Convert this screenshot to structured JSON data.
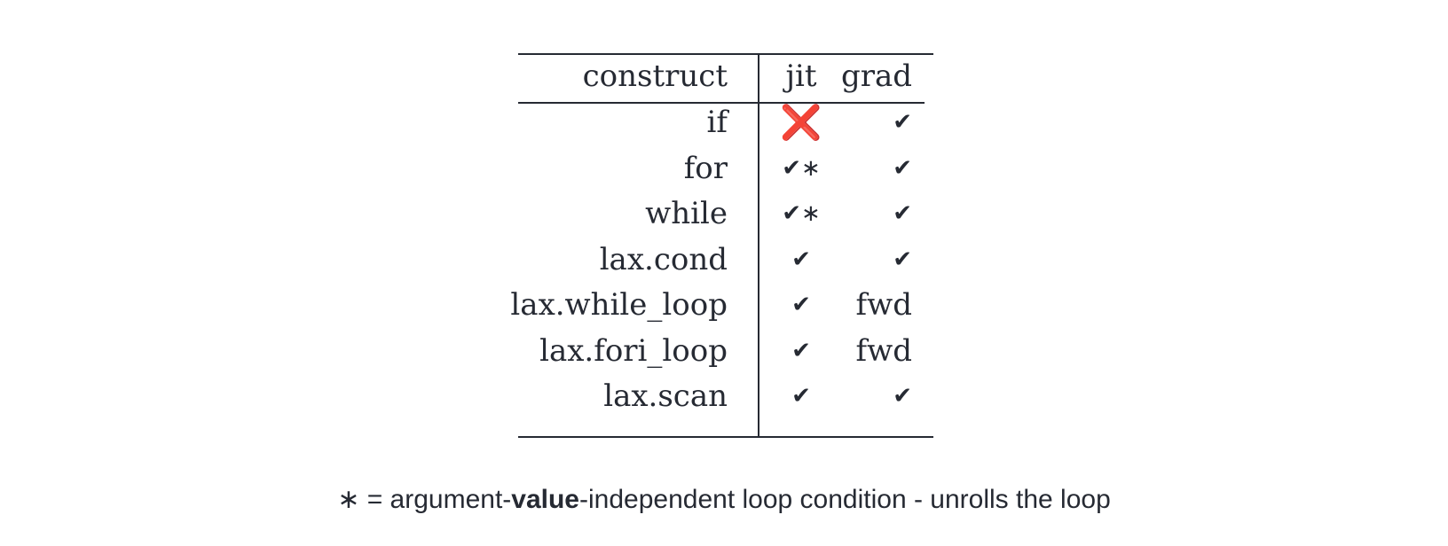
{
  "table": {
    "headers": {
      "construct": "construct",
      "jit": "jit",
      "grad": "grad"
    },
    "rows": [
      {
        "construct": "if",
        "jit": "❌",
        "grad": "✔"
      },
      {
        "construct": "for",
        "jit": "✔∗",
        "grad": "✔"
      },
      {
        "construct": "while",
        "jit": "✔∗",
        "grad": "✔"
      },
      {
        "construct": "lax.cond",
        "jit": "✔",
        "grad": "✔"
      },
      {
        "construct": "lax.while_loop",
        "jit": "✔",
        "grad": "fwd"
      },
      {
        "construct": "lax.fori_loop",
        "jit": "✔",
        "grad": "fwd"
      },
      {
        "construct": "lax.scan",
        "jit": "✔",
        "grad": "✔"
      }
    ]
  },
  "footnote": {
    "prefix": "∗ = argument-",
    "bold": "value",
    "suffix": "-independent loop condition - unrolls the loop"
  },
  "colors": {
    "text": "#262a33",
    "cross": "#d23a22"
  }
}
